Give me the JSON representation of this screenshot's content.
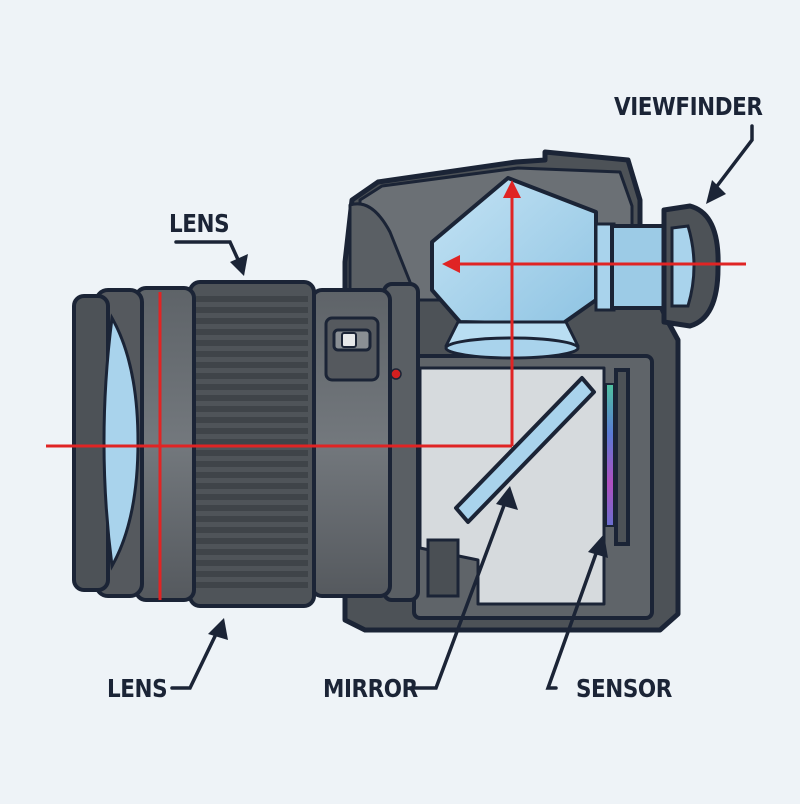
{
  "labels": {
    "viewfinder": "VIEWFINDER",
    "lens_top": "LENS",
    "lens_bottom": "LENS",
    "mirror": "MIRROR",
    "sensor": "SENSOR"
  },
  "colors": {
    "background": "#eef3f7",
    "outline": "#1b2436",
    "body_dark": "#4d5257",
    "body_mid": "#6b7075",
    "body_light": "#8a8f94",
    "glass": "#a9d3ec",
    "chamber": "#d6dadd",
    "light_path": "#e02424",
    "indicator_dot": "#d21f1f"
  },
  "icons": [
    "arrow-icon"
  ]
}
